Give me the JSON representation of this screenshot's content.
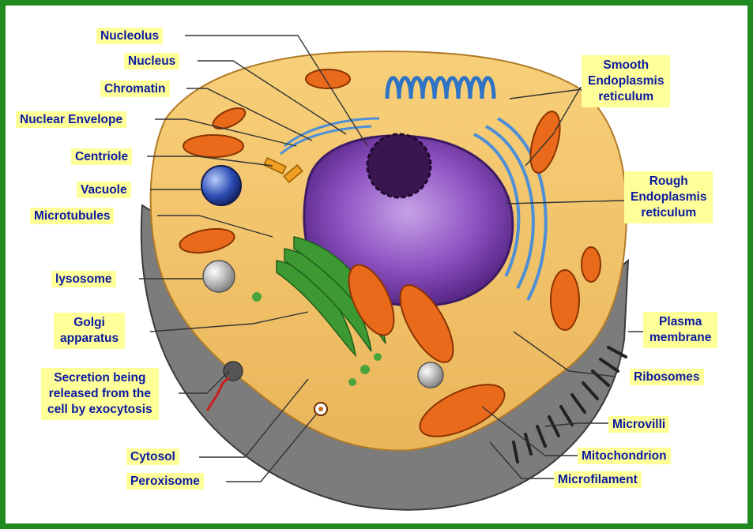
{
  "colors": {
    "border": "#1f8a1f",
    "label_bg": "#ffff99",
    "label_text": "#0c1a9e",
    "cytoplasm": "#f3c46a",
    "membrane": "#7a7a7a",
    "nucleus": "#7e3fb0",
    "nucleolus": "#3a1650",
    "er": "#4d8fd6",
    "mitochondria": "#ea6a1c",
    "golgi": "#3d9a33"
  },
  "labels": {
    "nucleolus": "Nucleolus",
    "nucleus": "Nucleus",
    "chromatin": "Chromatin",
    "nuclear_envelope": "Nuclear Envelope",
    "centriole": "Centriole",
    "vacuole": "Vacuole",
    "microtubules": "Microtubules",
    "lysosome": "lysosome",
    "golgi": "Golgi\napparatus",
    "secretion": "Secretion being\nreleased from the\ncell by exocytosis",
    "cytosol": "Cytosol",
    "peroxisome": "Peroxisome",
    "smooth_er": "Smooth\nEndoplasmis\nreticulum",
    "rough_er": "Rough\nEndoplasmis\nreticulum",
    "plasma_membrane": "Plasma\nmembrane",
    "ribosomes": "Ribosomes",
    "microvilli": "Microvilli",
    "mitochondrion": "Mitochondrion",
    "microfilament": "Microfilament"
  }
}
